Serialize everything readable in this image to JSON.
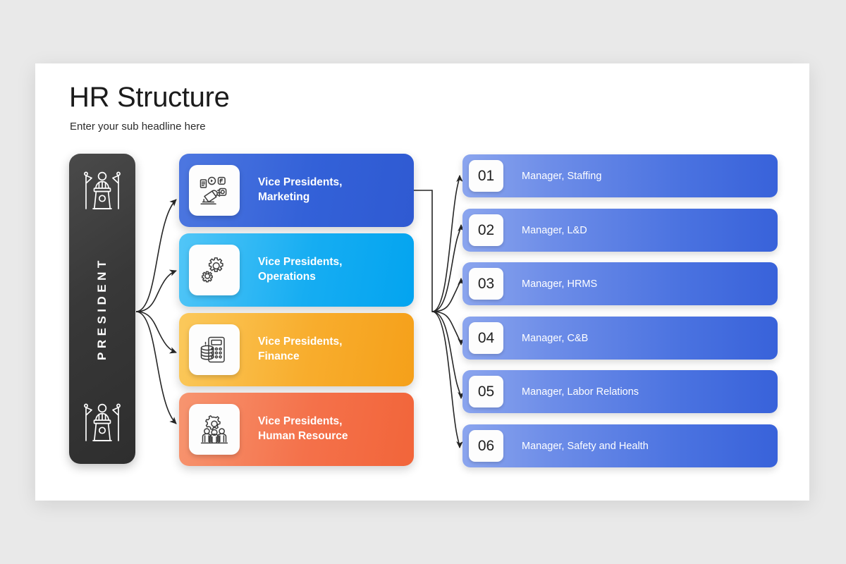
{
  "header": {
    "title": "HR Structure",
    "subtitle": "Enter your sub headline here"
  },
  "president": {
    "label": "PRESIDENT",
    "icon_top": "podium-speaker-icon",
    "icon_bottom": "podium-speaker-icon",
    "color": "#383838"
  },
  "vice_presidents": [
    {
      "title_line1": "Vice Presidents,",
      "title_line2": "Marketing",
      "icon": "megaphone-social-media-icon",
      "color": "#3361d8"
    },
    {
      "title_line1": "Vice Presidents,",
      "title_line2": "Operations",
      "icon": "gears-icon",
      "color": "#16adf2"
    },
    {
      "title_line1": "Vice Presidents,",
      "title_line2": "Finance",
      "icon": "calculator-coins-icon",
      "color": "#f8ad2d"
    },
    {
      "title_line1": "Vice Presidents,",
      "title_line2": "Human Resource",
      "icon": "people-gear-icon",
      "color": "#f4714a"
    }
  ],
  "managers": [
    {
      "number": "01",
      "label": "Manager, Staffing"
    },
    {
      "number": "02",
      "label": "Manager, L&D"
    },
    {
      "number": "03",
      "label": "Manager, HRMS"
    },
    {
      "number": "04",
      "label": "Manager, C&B"
    },
    {
      "number": "05",
      "label": "Manager, Labor Relations"
    },
    {
      "number": "06",
      "label": "Manager, Safety and Health"
    }
  ],
  "theme": {
    "canvas": "#e9e9e9",
    "slide": "#ffffff",
    "manager_gradient_start": "#8ba5ee",
    "manager_gradient_end": "#3862da",
    "connector": "#262626"
  }
}
